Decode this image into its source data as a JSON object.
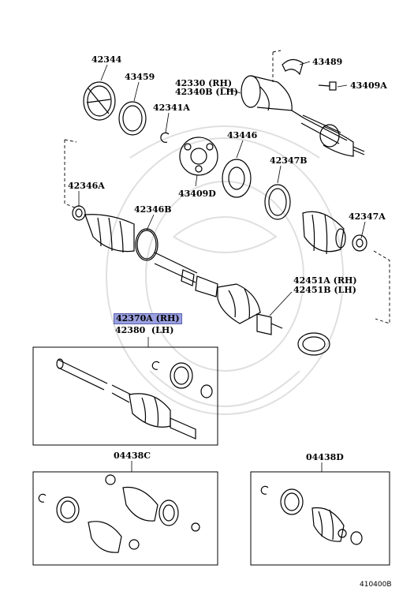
{
  "labels": {
    "p42344": "42344",
    "p43459": "43459",
    "p42341A": "42341A",
    "p42330": "42330 (RH)",
    "p42340B": "42340B (LH)",
    "p43489": "43489",
    "p43409A": "43409A",
    "p43446": "43446",
    "p42347B": "42347B",
    "p43409D": "43409D",
    "p42346A": "42346A",
    "p42346B": "42346B",
    "p42347A": "42347A",
    "p42451A": "42451A (RH)",
    "p42451B": "42451B (LH)",
    "p42370A": "42370A (RH)",
    "p42380": "42380  (LH)",
    "p04438C": "04438C",
    "p04438D": "04438D"
  },
  "reference": "410400B",
  "highlight_color": "#9aa0e0"
}
